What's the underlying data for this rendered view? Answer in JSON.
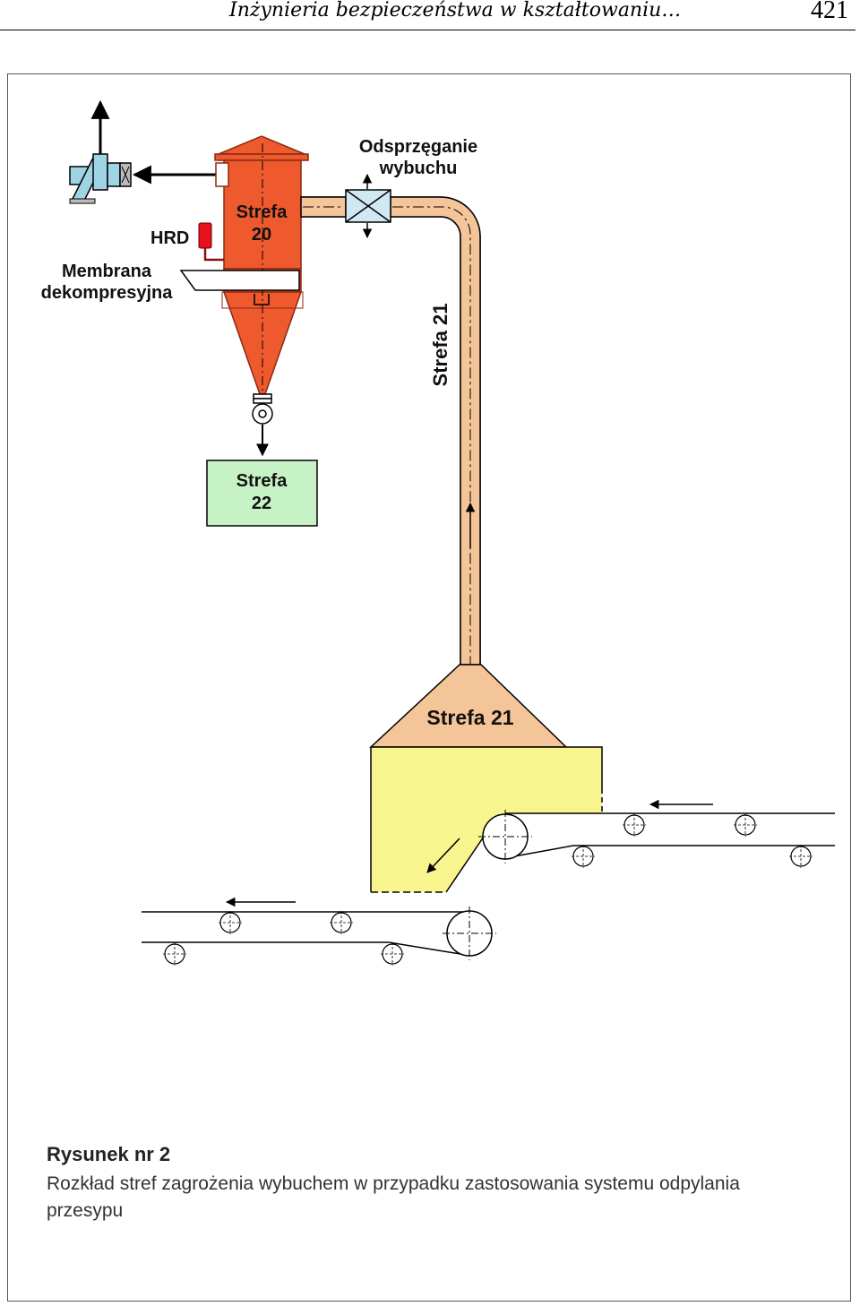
{
  "header": {
    "running_title": "Inżynieria bezpieczeństwa w kształtowaniu…",
    "page_number": "421"
  },
  "diagram": {
    "labels": {
      "decoupling_line1": "Odsprzęganie",
      "decoupling_line2": "wybuchu",
      "hrd": "HRD",
      "membrane_line1": "Membrana",
      "membrane_line2": "dekompresyjna",
      "zone20_line1": "Strefa",
      "zone20_line2": "20",
      "zone21_vertical": "Strefa 21",
      "zone22_line1": "Strefa",
      "zone22_line2": "22",
      "zone21_hood": "Strefa 21"
    },
    "colors": {
      "zone20": "#ee5a2e",
      "zone21": "#f5c59a",
      "zone22": "#c6f2c6",
      "chute": "#f8f58e",
      "hrd": "#e8101a"
    }
  },
  "caption": {
    "title": "Rysunek nr 2",
    "text": "Rozkład stref zagrożenia wybuchem w przypadku zastosowania systemu odpylania przesypu"
  }
}
